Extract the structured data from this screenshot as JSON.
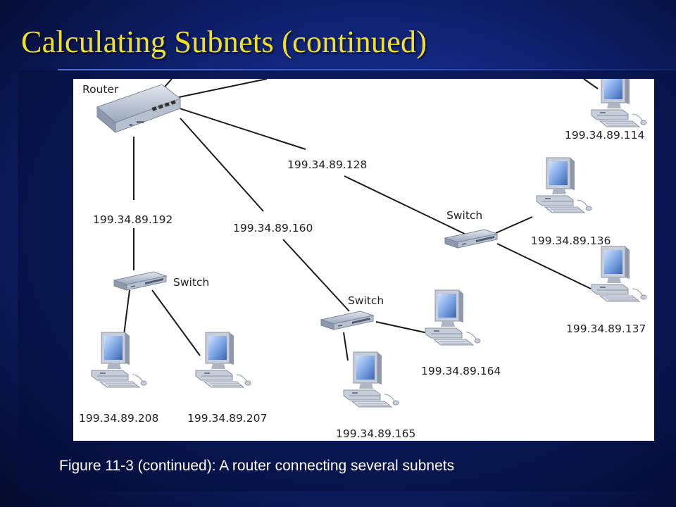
{
  "slide": {
    "title": "Calculating Subnets (continued)",
    "caption": "Figure 11-3 (continued): A router connecting several subnets"
  },
  "diagram": {
    "router_label": "Router",
    "switch_label": "Switch",
    "subnets": {
      "s128": "199.34.89.128",
      "s160": "199.34.89.160",
      "s192": "199.34.89.192"
    },
    "hosts": {
      "h114": "199.34.89.114",
      "h136": "199.34.89.136",
      "h137": "199.34.89.137",
      "h164": "199.34.89.164",
      "h165": "199.34.89.165",
      "h207": "199.34.89.207",
      "h208": "199.34.89.208"
    }
  },
  "colors": {
    "title": "#f2e21c",
    "background": "#12267e",
    "caption": "#ffffff",
    "device_body": "#a9b4c6"
  }
}
